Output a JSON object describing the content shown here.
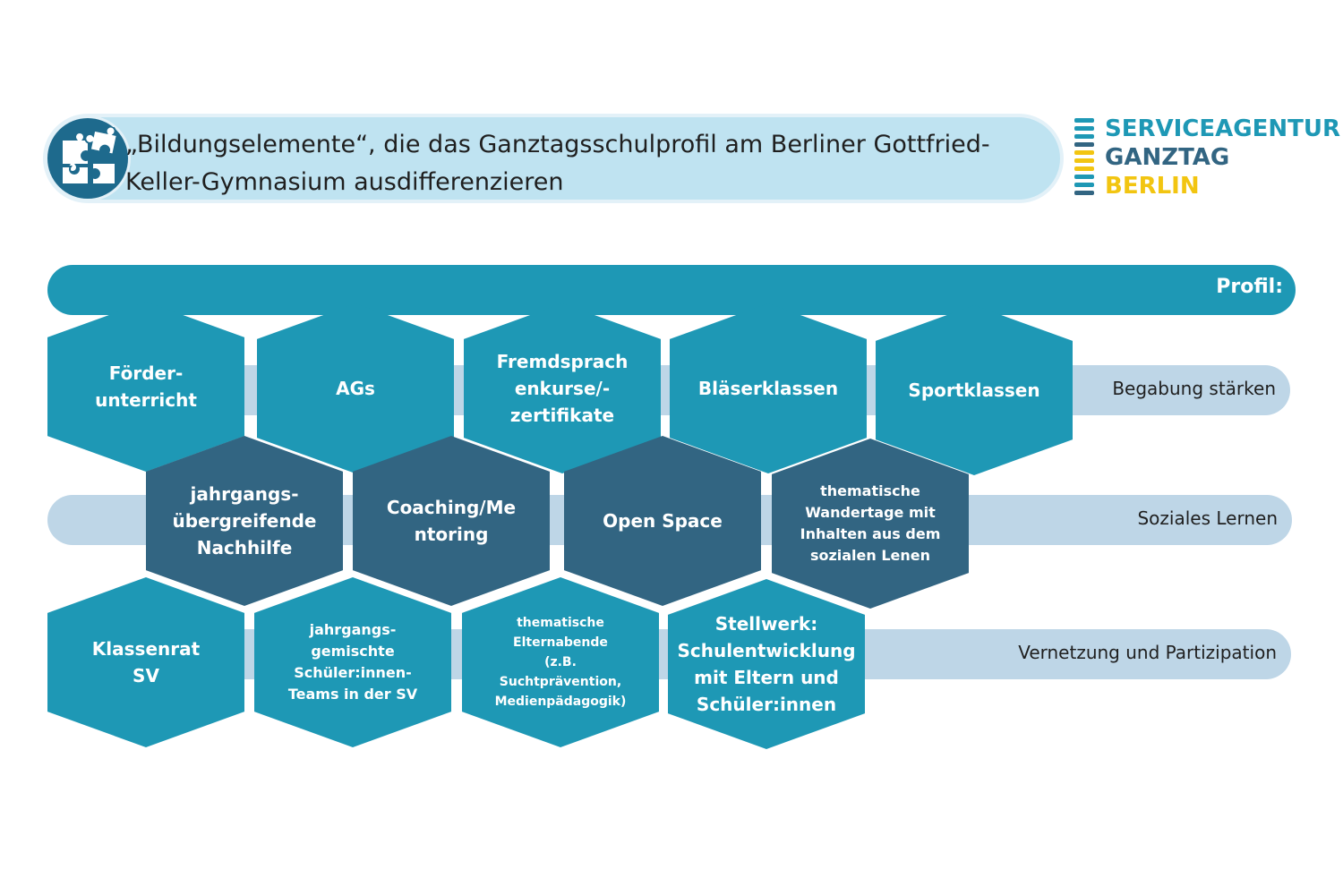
{
  "header": {
    "title": "„Bildungselemente“, die das Ganztagsschulprofil am Berliner Gottfried-Keller-Gymnasium ausdifferenzieren",
    "icon": "puzzle-icon"
  },
  "logo": {
    "line1": "SERVICEAGENTUR",
    "line2": "GANZTAG",
    "line3": "BERLIN",
    "colors": {
      "blue": "#1e98b5",
      "navy": "#326582",
      "yellow": "#f2c511"
    }
  },
  "profile": {
    "label": "Profil:"
  },
  "tracks": [
    {
      "label": "Begabung stärken"
    },
    {
      "label": "Soziales Lernen"
    },
    {
      "label": "Vernetzung und Partizipation"
    }
  ],
  "rows": {
    "row1": [
      {
        "label": "Förder-\nunterricht"
      },
      {
        "label": "AGs"
      },
      {
        "label": "Fremdsprach\nenkurse/-\nzertifikate"
      },
      {
        "label": "Bläserklassen"
      },
      {
        "label": "Sportklassen"
      }
    ],
    "row2": [
      {
        "label": "jahrgangs-\nübergreifende\nNachhilfe"
      },
      {
        "label": "Coaching/Me\nntoring"
      },
      {
        "label": "Open Space"
      },
      {
        "label": "thematische\nWandertage mit\nInhalten aus dem\nsozialen Lenen"
      }
    ],
    "row3": [
      {
        "label": "Klassenrat\nSV"
      },
      {
        "label": "jahrgangs-\ngemischte\nSchüler:innen-\nTeams in der SV"
      },
      {
        "label": "thematische\nElternabende\n(z.B.\nSuchtprävention,\nMedienpädagogik)"
      },
      {
        "label": "Stellwerk:\nSchulentwicklung\nmit Eltern und\nSchüler:innen"
      }
    ]
  },
  "colors": {
    "hex_light": "#1e98b5",
    "hex_dark": "#326582",
    "track": "#bed6e7",
    "banner": "#bfe3f1"
  }
}
